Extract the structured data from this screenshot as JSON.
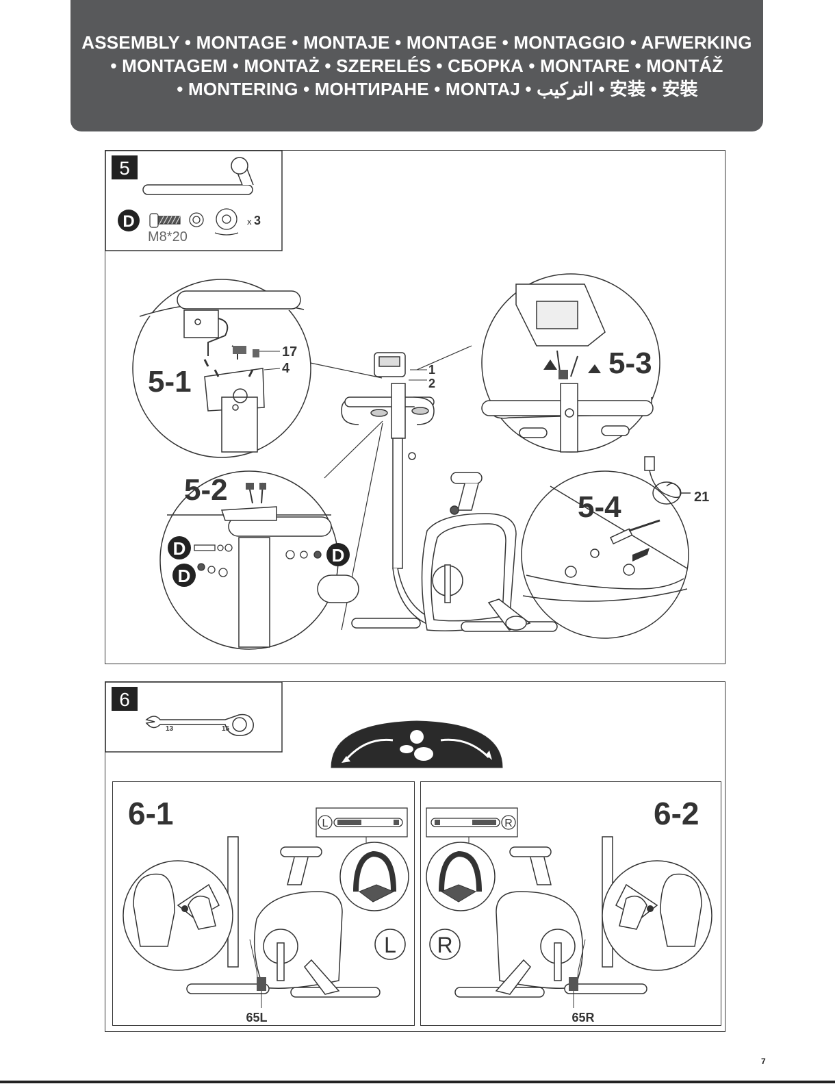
{
  "header": {
    "line1": "ASSEMBLY • MONTAGE • MONTAJE • MONTAGE • MONTAGGIO • AFWERKING",
    "line2": "• MONTAGEM • MONTAŻ • SZERELÉS • СБОРКА • MONTARE • MONTÁŽ",
    "line3": "• MONTERING • МОНТИРАНЕ • MONTAJ • التركيب • 安装 • 安裝"
  },
  "step5": {
    "number": "5",
    "hardware_letter": "D",
    "bolt_size": "M8*20",
    "quantity_prefix": "x",
    "quantity": "3",
    "detail_5_1": {
      "label": "5-1",
      "part_a": "17",
      "part_b": "4"
    },
    "detail_5_2": {
      "label": "5-2",
      "hardware": "D"
    },
    "detail_5_3": {
      "label": "5-3"
    },
    "detail_5_4": {
      "label": "5-4",
      "part": "21"
    },
    "main_part_a": "1",
    "main_part_b": "2"
  },
  "step6": {
    "number": "6",
    "wrench_a": "13",
    "wrench_b": "15",
    "detail_6_1": {
      "label": "6-1",
      "side": "L",
      "part": "65L"
    },
    "detail_6_2": {
      "label": "6-2",
      "side": "R",
      "part": "65R"
    }
  },
  "page_number": "7"
}
